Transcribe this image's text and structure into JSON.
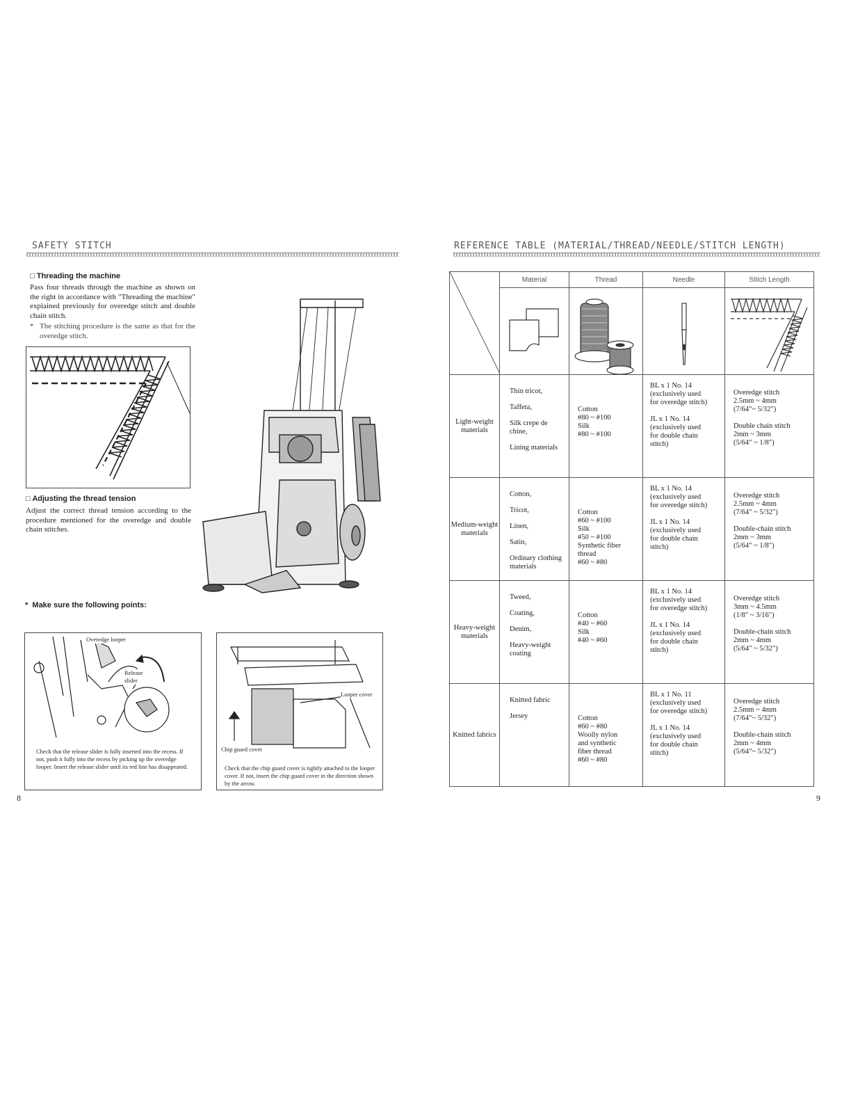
{
  "left": {
    "section_title": "SAFETY STITCH",
    "threading": {
      "heading": "Threading the machine",
      "body": "Pass four threads through the machine as shown on the right in accordance with \"Threading the machine\" explained previously for overedge stitch and double chain stitch.",
      "note": "The stitching procedure is the same as that for the overedge stitch."
    },
    "tension": {
      "heading": "Adjusting the thread tension",
      "body": "Adjust the correct thread tension according to the procedure mentioned for the overedge and double chain stitches."
    },
    "points_heading": "Make sure the following points:",
    "fig1": {
      "label_looper": "Overedge looper",
      "label_release": "Release slider",
      "caption": "Check that the release slider is fully inserted into the recess. If not, push it fully into the recess by picking up the overedge looper. Insert the release slider until its red line has disappeared."
    },
    "fig2": {
      "label_looper_cover": "Looper cover",
      "label_chip_guard": "Chip guard cover",
      "caption": "Check that the chip guard cover is tightly attached to the looper cover. If not, insert the chip guard cover in the direction shown by the arrow."
    },
    "page_number": "8"
  },
  "right": {
    "section_title": "REFERENCE TABLE (MATERIAL/THREAD/NEEDLE/STITCH LENGTH)",
    "headers": [
      "Material",
      "Thread",
      "Needle",
      "Stitch Length"
    ],
    "rows": [
      {
        "category": "Light-weight materials",
        "materials": [
          "Thin tricot,",
          "Taffeta,",
          "Silk crepe de chine,",
          "Lining materials"
        ],
        "thread": [
          "Cotton",
          "#80 ~ #100",
          "Silk",
          "#80 ~ #100"
        ],
        "needle": [
          "BL x 1 No. 14",
          "(exclusively used",
          "for overedge stitch)",
          "",
          "JL x 1 No. 14",
          "(exclusively used",
          "for double chain",
          "stitch)"
        ],
        "stitch": [
          "Overedge stitch",
          "2.5mm ~ 4mm",
          "(7/64\"~ 5/32\")",
          "",
          "Double chain stitch",
          "2mm ~ 3mm",
          "(5/64\" ~ 1/8\")"
        ]
      },
      {
        "category": "Medium-weight materials",
        "materials": [
          "Cotton,",
          "Tricot,",
          "Linen,",
          "Satin,",
          "Ordinary clothing materials"
        ],
        "thread": [
          "Cotton",
          "#60 ~ #100",
          "Silk",
          "#50 ~ #100",
          "Synthetic fiber",
          "thread",
          "#60 ~ #80"
        ],
        "needle": [
          "BL x 1 No. 14",
          "(exclusively used",
          "for overedge stitch)",
          "",
          "JL x 1 No. 14",
          "(exclusively used",
          "for double chain",
          "stitch)"
        ],
        "stitch": [
          "Overedge stitch",
          "2.5mm ~ 4mm",
          "(7/64\" ~ 5/32\")",
          "",
          "Double-chain stitch",
          "2mm ~ 3mm",
          "(5/64\" ~ 1/8\")"
        ]
      },
      {
        "category": "Heavy-weight materials",
        "materials": [
          "Tweed,",
          "Coating,",
          "Denim,",
          "Heavy-weight coating"
        ],
        "thread": [
          "Cotton",
          "#40 ~ #60",
          "Silk",
          "#40 ~ #60"
        ],
        "needle": [
          "BL x 1 No. 14",
          "(exclusively used",
          "for overedge stitch)",
          "",
          "JL x 1 No. 14",
          "(exclusively used",
          "for double chain",
          "stitch)"
        ],
        "stitch": [
          "Overedge stitch",
          "3mm ~ 4.5mm",
          "(1/8\" ~ 3/16\")",
          "",
          "Double-chain stitch",
          "2mm ~ 4mm",
          "(5/64\" ~ 5/32\")"
        ]
      },
      {
        "category": "Knitted fabrics",
        "materials": [
          "Knitted fabric",
          "Jersey"
        ],
        "thread": [
          "Cotton",
          "#60 ~ #80",
          "Woolly nylon",
          "and synthetic",
          "fiber thread",
          "#60 ~ #80"
        ],
        "needle": [
          "BL x 1 No. 11",
          "(exclusively used",
          "for overedge stitch)",
          "",
          "JL x 1 No. 14",
          "(exclusively used",
          "for double chain",
          "stitch)"
        ],
        "stitch": [
          "Overedge stitch",
          "2.5mm ~ 4mm",
          "(7/64\"~ 5/32\")",
          "",
          "Double-chain stitch",
          "2mm ~ 4mm",
          "(5/64\"~ 5/32\")"
        ]
      }
    ],
    "page_number": "9"
  },
  "icons": [
    "fabric-swatch-icon",
    "thread-spool-icon",
    "needle-icon",
    "stitch-pattern-icon",
    "serger-machine-illustration"
  ]
}
